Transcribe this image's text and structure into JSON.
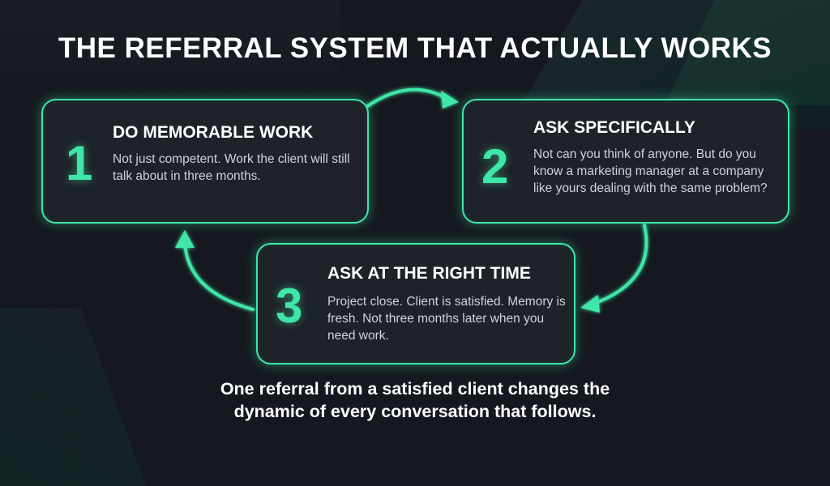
{
  "title": "THE REFERRAL SYSTEM THAT ACTUALLY WORKS",
  "accent_color": "#3fe6a8",
  "background_color": "#15191f",
  "steps": [
    {
      "number": "1",
      "heading": "DO MEMORABLE WORK",
      "description": "Not just competent. Work the client will still talk about in three months."
    },
    {
      "number": "2",
      "heading": "ASK SPECIFICALLY",
      "description": "Not can you think of anyone. But do you know a marketing manager at a company like yours dealing with the same problem?"
    },
    {
      "number": "3",
      "heading": "ASK AT THE RIGHT TIME",
      "description": "Project close. Client is satisfied. Memory is fresh. Not three months later when you need work."
    }
  ],
  "footer": {
    "line1": "One referral from a satisfied client changes the",
    "line2": "dynamic of every conversation that follows."
  }
}
